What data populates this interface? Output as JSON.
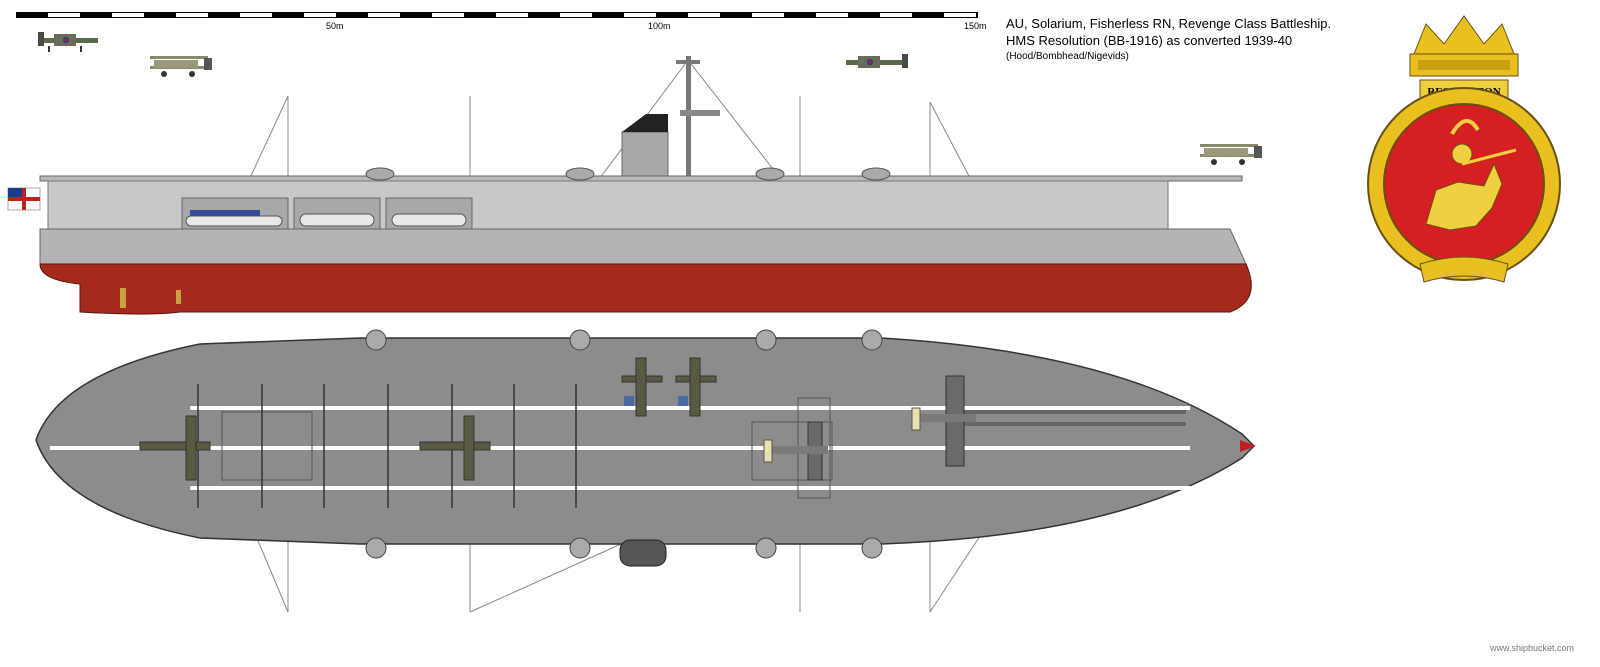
{
  "scale_bar": {
    "labels": [
      "50m",
      "100m",
      "150m"
    ]
  },
  "title": {
    "line1": "AU, Solarium, Fisherless RN, Revenge Class Battleship.",
    "line2": "HMS Resolution (BB-1916) as converted 1939-40",
    "credits": "(Hood/Bombhead/Nigevids)"
  },
  "crest": {
    "name": "RESOLUTION",
    "icon": "ship-crest-knight-on-horse"
  },
  "watermark": "www.shipbucket.com",
  "colors": {
    "hull_red": "#a52a1e",
    "hull_grey": "#b4b4b4",
    "deck_grey": "#8c8c8c",
    "crest_red": "#d42020",
    "crest_gold": "#e8c020"
  }
}
